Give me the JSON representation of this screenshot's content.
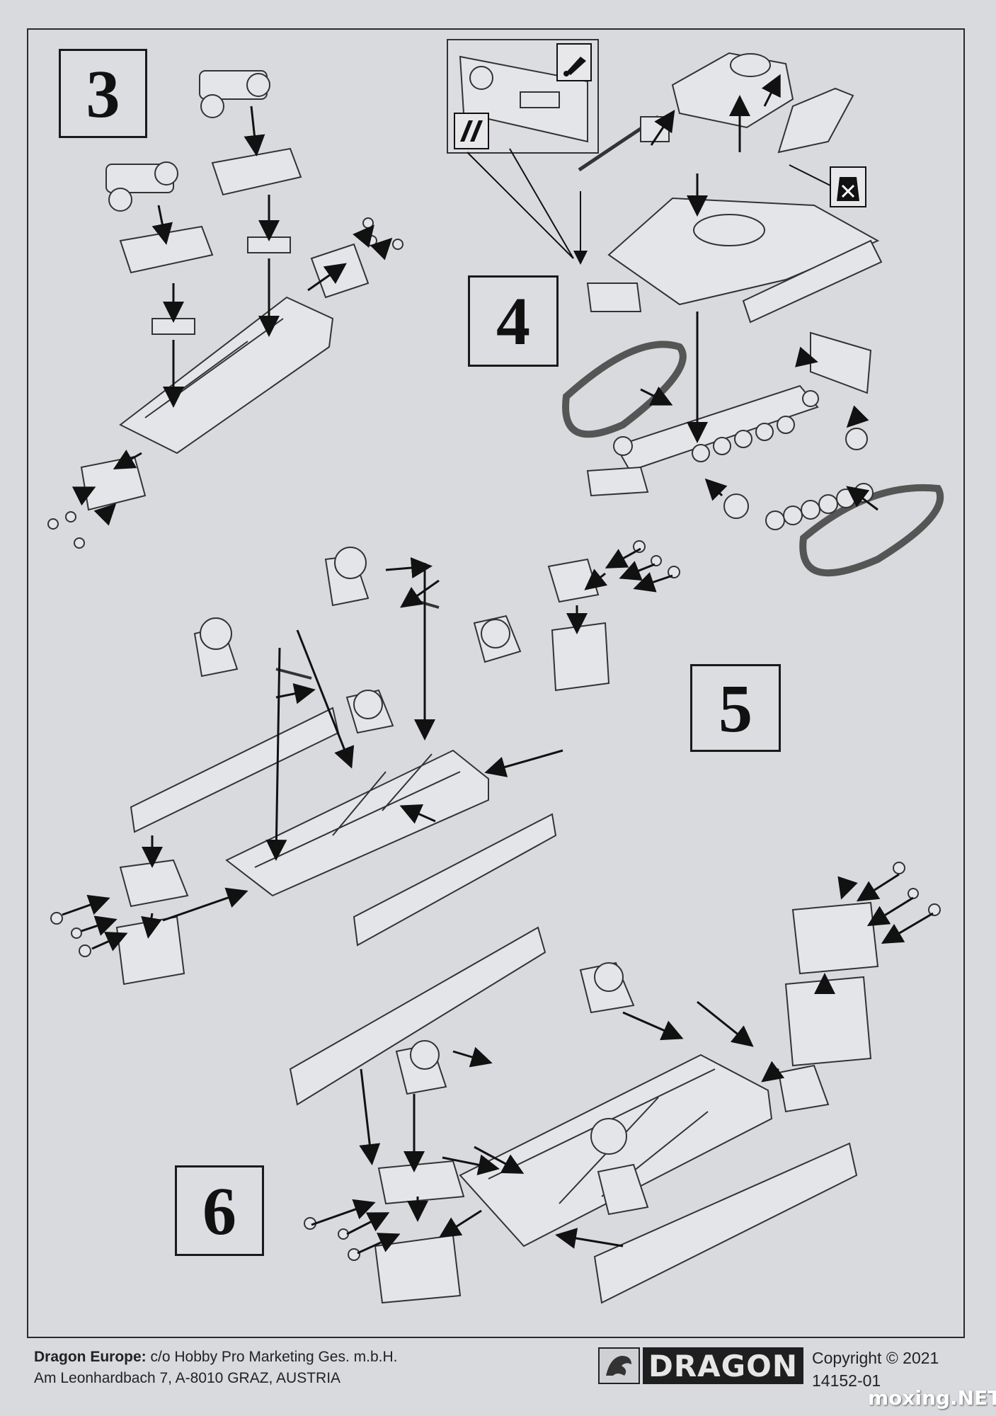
{
  "steps": {
    "step3": "3",
    "step4": "4",
    "step5": "5",
    "step6": "6"
  },
  "footer": {
    "company": "Dragon Europe:",
    "address_line1": "c/o Hobby Pro Marketing Ges. m.b.H.",
    "address_line2": "Am Leonhardbach 7, A-8010 GRAZ, AUSTRIA",
    "brand": "DRAGON",
    "copyright_label": "Copyright",
    "copyright_symbol": "©",
    "copyright_year": "2021",
    "product_code": "14152-01"
  },
  "watermark": "moxing.NET",
  "icons": {
    "paint": "paint-drop-icon",
    "metal": "photo-etch-icon",
    "no_glue": "no-glue-icon"
  }
}
